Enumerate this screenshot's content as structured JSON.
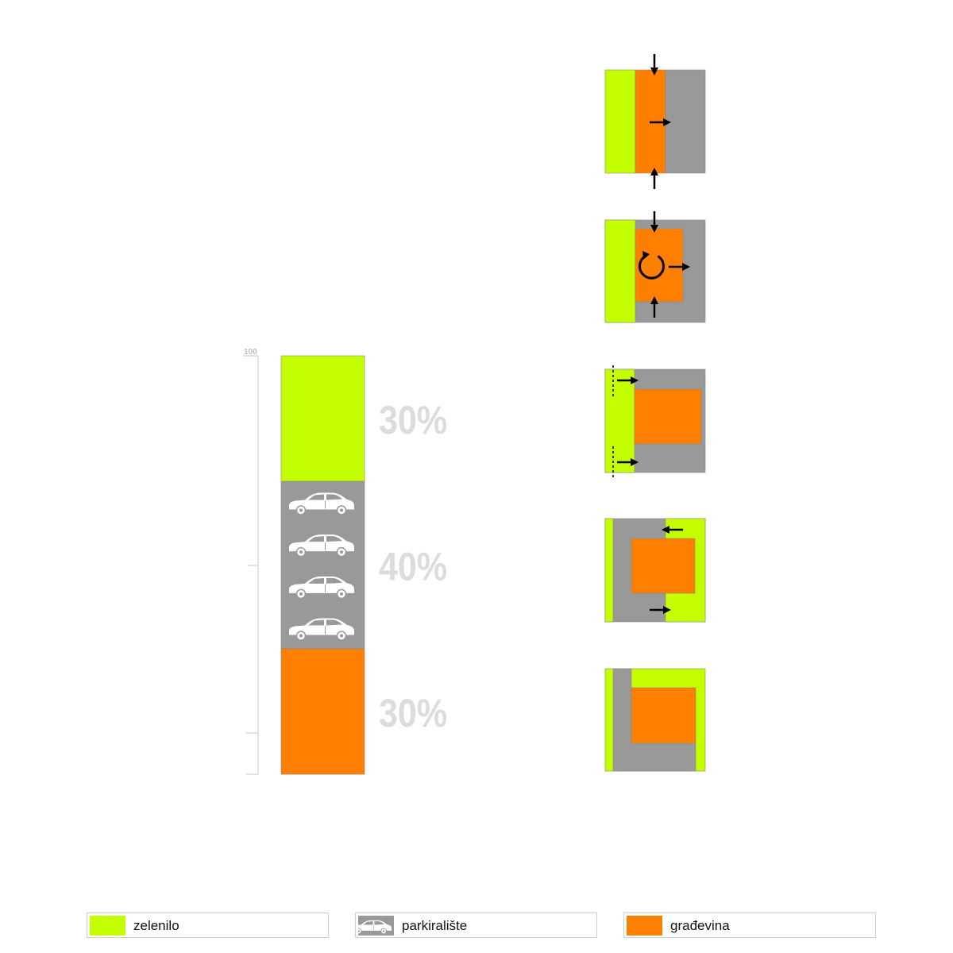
{
  "colors": {
    "zelenilo": "#c4ff00",
    "parkiraliste": "#999999",
    "gradevina": "#ff7f00",
    "percent_text": "#dcdcdc",
    "scale_line": "#cfcfcf",
    "arrow": "#000000",
    "car": "#ffffff"
  },
  "scale": {
    "top_label": "100"
  },
  "stack": [
    {
      "key": "zelenilo",
      "percent": 30,
      "label": "30%"
    },
    {
      "key": "parkiraliste",
      "percent": 40,
      "label": "40%",
      "icon": "car-icon",
      "icon_count": 4
    },
    {
      "key": "gradevina",
      "percent": 30,
      "label": "30%"
    }
  ],
  "schemes": [
    {
      "id": 1,
      "arrows": [
        "arrow-down-icon",
        "arrow-right-icon",
        "arrow-up-icon"
      ]
    },
    {
      "id": 2,
      "arrows": [
        "arrow-down-icon",
        "rotate-icon",
        "arrow-right-icon",
        "arrow-up-icon"
      ]
    },
    {
      "id": 3,
      "arrows": [
        "arrow-right-icon",
        "arrow-right-icon"
      ],
      "marks": [
        "dashed-line"
      ]
    },
    {
      "id": 4,
      "arrows": [
        "arrow-left-icon",
        "arrow-right-icon"
      ]
    },
    {
      "id": 5,
      "arrows": []
    }
  ],
  "legend": [
    {
      "key": "zelenilo",
      "label": "zelenilo"
    },
    {
      "key": "parkiraliste",
      "label": "parkiralište",
      "icon": "car-icon"
    },
    {
      "key": "gradevina",
      "label": "građevina"
    }
  ]
}
